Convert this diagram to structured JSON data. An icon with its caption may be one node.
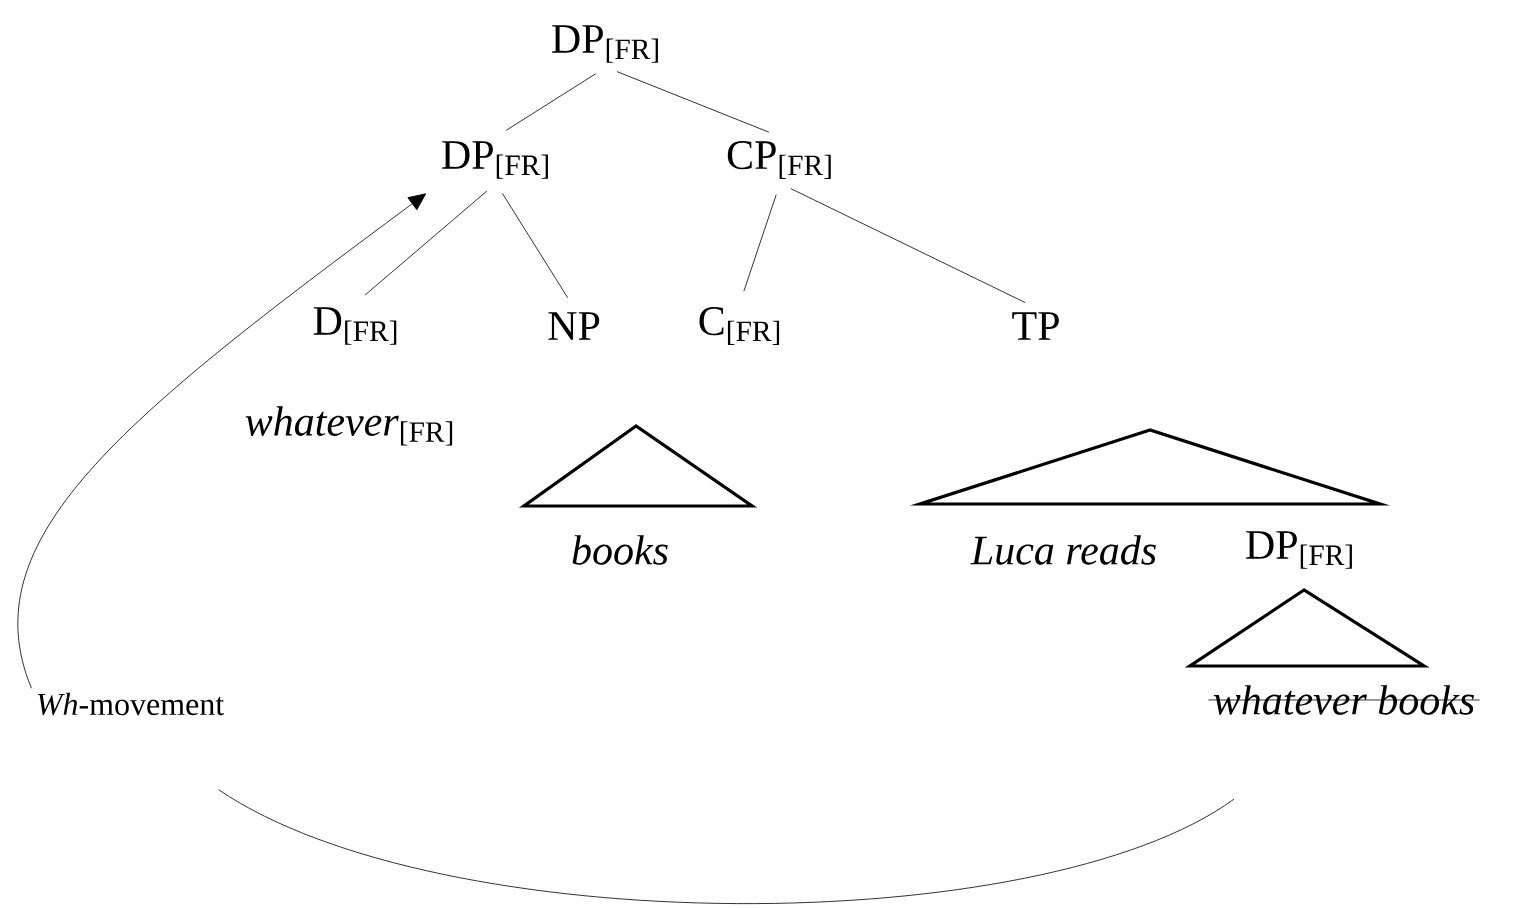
{
  "diagram": {
    "nodes": [
      {
        "text": [
          "DP$_{[FR]}$"
        ]
      },
      {
        "text": [
          "DP$_{[FR]}$"
        ]
      },
      {
        "text": [
          "CP$_{[FR]}$"
        ]
      },
      {
        "text": [
          "D$_{[FR]}$"
        ]
      },
      {
        "text": [
          "NP"
        ]
      },
      {
        "text": [
          "C$_{[FR]}$"
        ]
      },
      {
        "text": [
          "TP"
        ]
      },
      {
        "text": [
          "*Wh*-movement"
        ]
      },
      {
        "text": [
          "whatever books"
        ]
      },
      {
        "text": [],
        "shape": "triangle"
      },
      {
        "text": [],
        "shape": "triangle"
      },
      {
        "text": [],
        "shape": "triangle"
      }
    ],
    "edges": [
      {
        "from": 0,
        "to": 1,
        "arrow": "none"
      },
      {
        "from": 0,
        "to": 2,
        "arrow": "none"
      },
      {
        "from": 1,
        "to": 3,
        "arrow": "none"
      },
      {
        "from": 1,
        "to": 4,
        "arrow": "none"
      },
      {
        "from": 2,
        "to": 5,
        "arrow": "none"
      },
      {
        "from": 2,
        "to": 6,
        "arrow": "none"
      },
      {
        "from": 8,
        "to": 7,
        "arrow": "none"
      },
      {
        "from": 7,
        "to": 1,
        "arrow": "to"
      }
    ],
    "labels": [
      "*whatever*$_{[FR]}$",
      "books",
      "Luca reads",
      "DP$_{[FR]}$"
    ]
  }
}
